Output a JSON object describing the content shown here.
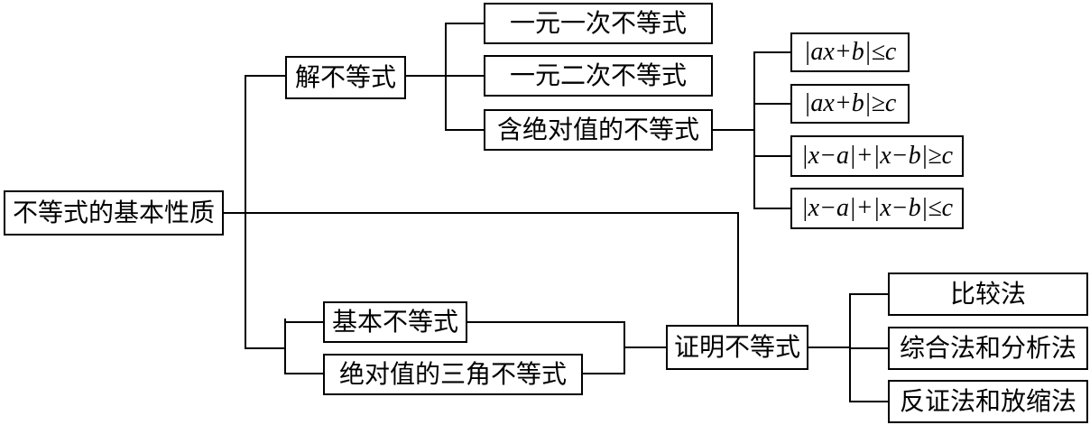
{
  "diagram": {
    "root": {
      "label": "不等式的基本性质"
    },
    "solve": {
      "label": "解不等式",
      "children": [
        "一元一次不等式",
        "一元二次不等式",
        "含绝对值的不等式"
      ],
      "absolute_value_cases": [
        "|ax+b|≤c",
        "|ax+b|≥c",
        "|x−a|+|x−b|≥c",
        "|x−a|+|x−b|≤c"
      ]
    },
    "basics": {
      "children": [
        "基本不等式",
        "绝对值的三角不等式"
      ]
    },
    "prove": {
      "label": "证明不等式",
      "methods": [
        "比较法",
        "综合法和分析法",
        "反证法和放缩法"
      ]
    }
  }
}
